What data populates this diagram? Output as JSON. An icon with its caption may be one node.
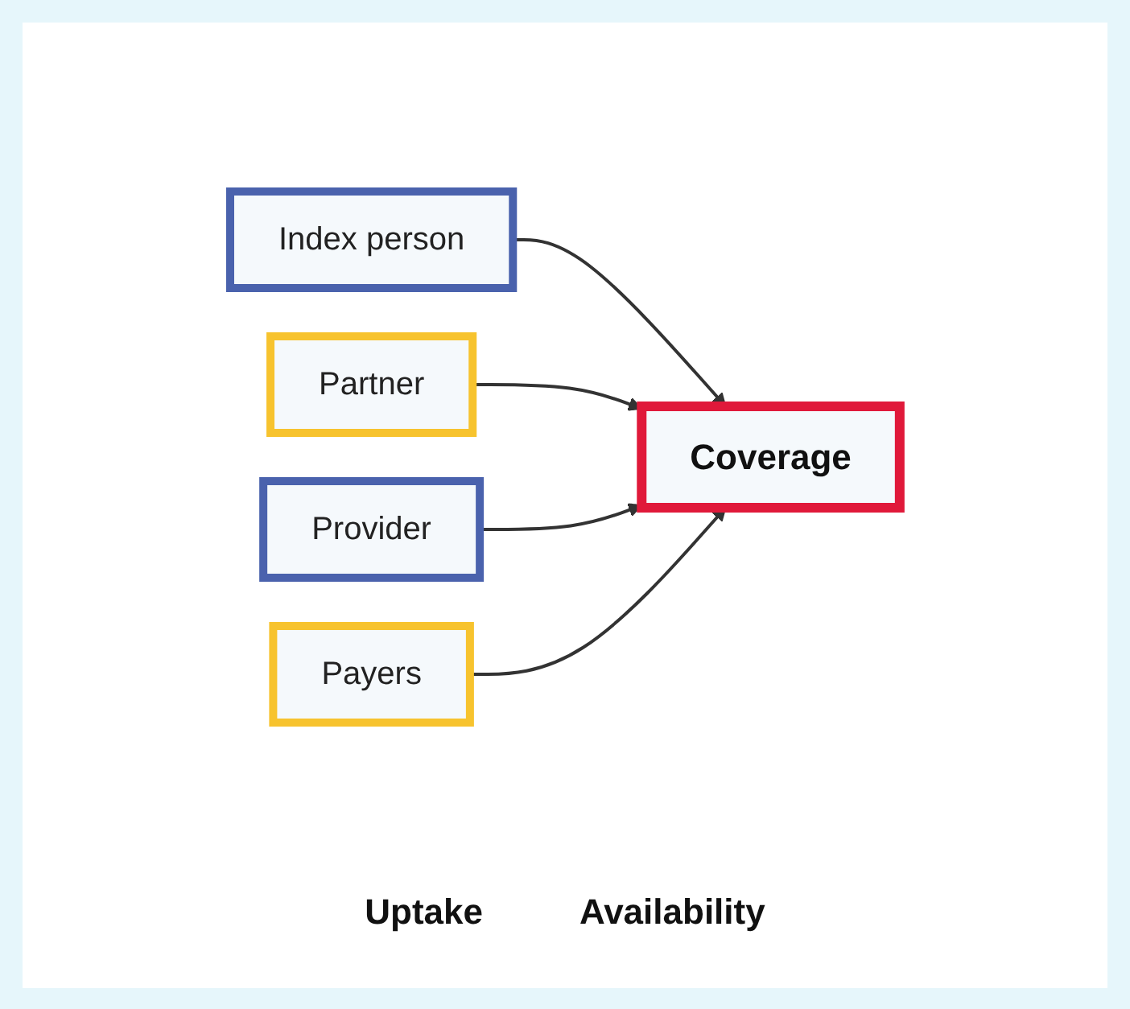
{
  "diagram": {
    "nodes": [
      {
        "text": [
          "Index person"
        ]
      },
      {
        "text": [
          "Partner"
        ]
      },
      {
        "text": [
          "Coverage"
        ]
      },
      {
        "text": [
          "Provider"
        ]
      },
      {
        "text": [
          "Payers"
        ]
      }
    ],
    "edges": [
      {
        "from": 0,
        "to": 2,
        "arrow": "to"
      },
      {
        "from": 1,
        "to": 2,
        "arrow": "to"
      },
      {
        "from": 3,
        "to": 2,
        "arrow": "to"
      },
      {
        "from": 4,
        "to": 2,
        "arrow": "to"
      }
    ],
    "labels": [
      "Uptake",
      "Availability"
    ]
  }
}
